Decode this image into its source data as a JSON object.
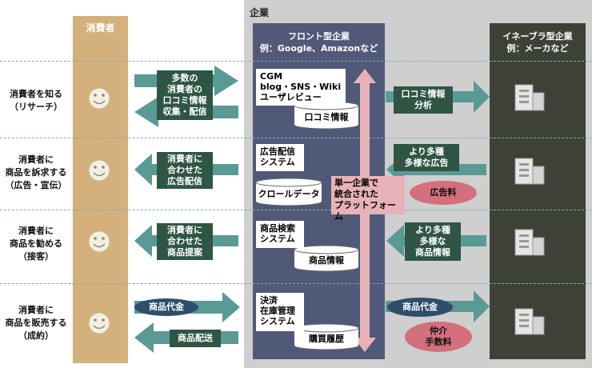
{
  "headers": {
    "consumer": "消費者",
    "company": "企業",
    "front": [
      "フロント型企業",
      "例：Google、Amazonなど"
    ],
    "enable": [
      "イネーブラ型企業",
      "例：メーカなど"
    ]
  },
  "rows": [
    {
      "label": [
        "消費者を知る",
        "（リサーチ）"
      ]
    },
    {
      "label": [
        "消費者に",
        "商品を訴求する",
        "（広告・宣伝）"
      ]
    },
    {
      "label": [
        "消費者に",
        "商品を勧める",
        "（接客）"
      ]
    },
    {
      "label": [
        "消費者に",
        "商品を販売する",
        "（成約）"
      ]
    }
  ],
  "consumer_arrows": {
    "row1": [
      "多数の",
      "消費者の",
      "口コミ情報",
      "収集・配信"
    ],
    "row2": [
      "消費者に",
      "合わせた",
      "広告配信"
    ],
    "row3": [
      "消費者に",
      "合わせた",
      "商品提案"
    ],
    "row4_payment": "商品代金",
    "row4_delivery": "商品配送"
  },
  "front_boxes": {
    "row1_text": [
      "CGM",
      "blog・SNS・Wiki",
      "ユーザレビュー"
    ],
    "row1_db": "口コミ情報",
    "row2_text": [
      "広告配信",
      "システム"
    ],
    "row2_db": "クロールデータ",
    "row3_text": [
      "商品検索",
      "システム"
    ],
    "row3_db": "商品情報",
    "row4_text": [
      "決済",
      "在庫管理",
      "システム"
    ],
    "row4_db": "購買履歴",
    "platform": [
      "単一企業で",
      "統合された",
      "プラットフォーム"
    ]
  },
  "enable_arrows": {
    "row1": [
      "口コミ情報",
      "分析"
    ],
    "row2": [
      "より多種",
      "多様な広告"
    ],
    "row2_fee": "広告料",
    "row3": [
      "より多種",
      "多様な",
      "商品情報"
    ],
    "row4_payment": "商品代金",
    "row4_fee": [
      "仲介",
      "手数料"
    ]
  },
  "icons": [
    "smiley-icon",
    "building-icon"
  ],
  "colors": {
    "consumer": "#d4b07c",
    "front": "#505978",
    "enable": "#3e4137",
    "arrow": "#5a9a95",
    "box": "#2f5544",
    "platform": "#e8b3b8",
    "fee": "#d46f7e",
    "money": "#2d4f6a"
  }
}
